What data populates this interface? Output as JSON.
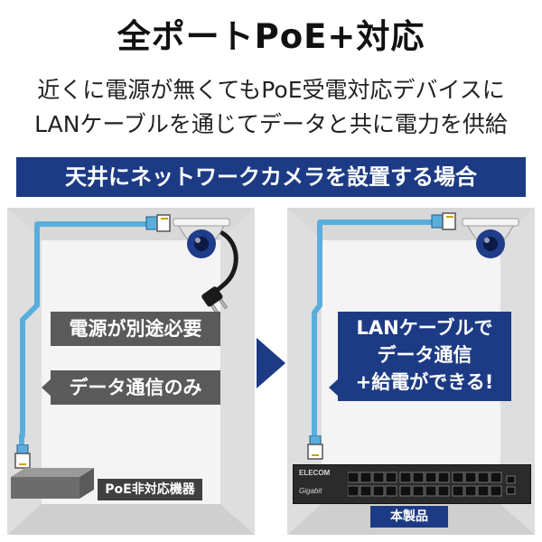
{
  "title": "全ポートPoE+対応",
  "subtitle_lines": [
    "近くに電源が無くてもPoE受電対応デバイスに",
    "LANケーブルを通じてデータと共に電力を供給"
  ],
  "banner": "天井にネットワークカメラを設置する場合",
  "left_scene": {
    "callouts": [
      "電源が別途必要",
      "データ通信のみ"
    ],
    "device_label": "PoE非対応機器"
  },
  "right_scene": {
    "callout_lines": [
      "LANケーブルで",
      "データ通信",
      "+給電ができる!"
    ],
    "product_label": "本製品",
    "switch_brand": "ELECOM",
    "switch_sub": "Gigabit"
  },
  "colors": {
    "brand_blue": "#1d3b85",
    "cable_blue": "#5aaedc",
    "callout_gray": "#5a5a5a",
    "room_wall": "#e6e6e6"
  },
  "icons": [
    "dome-camera-icon",
    "ac-plug-icon",
    "rj45-connector-icon",
    "network-switch-icon",
    "arrow-right-icon"
  ]
}
